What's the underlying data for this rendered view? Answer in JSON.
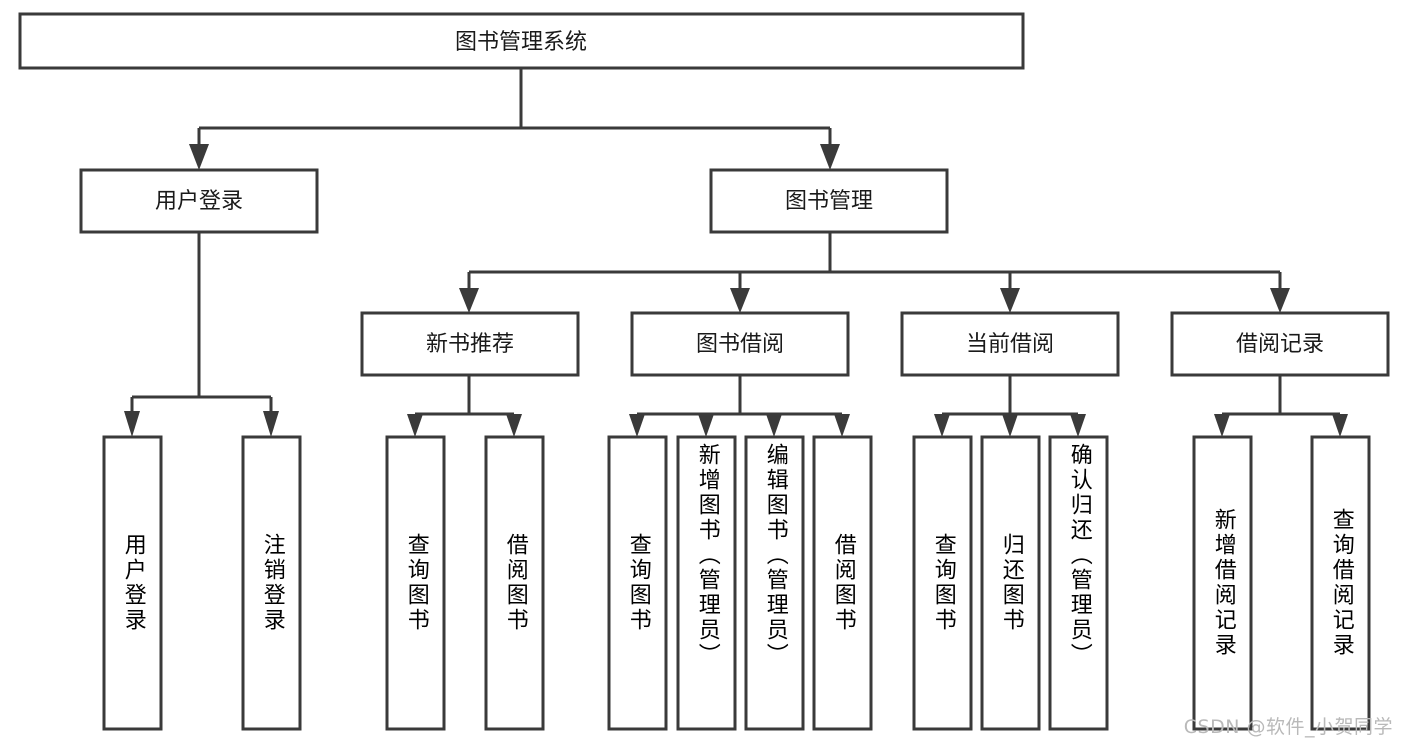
{
  "diagram": {
    "title": "图书管理系统",
    "type": "hierarchy-tree",
    "watermark": "CSDN @软件_小贺同学",
    "colors": {
      "stroke": "#3a3a3a",
      "fill": "#ffffff",
      "text": "#1a1a1a",
      "watermark": "#b9b9b9"
    },
    "root": {
      "label": "图书管理系统"
    },
    "level2": [
      {
        "label": "用户登录"
      },
      {
        "label": "图书管理"
      }
    ],
    "level3": [
      {
        "label": "新书推荐"
      },
      {
        "label": "图书借阅"
      },
      {
        "label": "当前借阅"
      },
      {
        "label": "借阅记录"
      }
    ],
    "leaves": {
      "user_login": [
        {
          "label": "用户登录"
        },
        {
          "label": "注销登录"
        }
      ],
      "new_book": [
        {
          "label": "查询图书"
        },
        {
          "label": "借阅图书"
        }
      ],
      "book_borrow": [
        {
          "label": "查询图书"
        },
        {
          "label": "新增图书（管理员）"
        },
        {
          "label": "编辑图书（管理员）"
        },
        {
          "label": "借阅图书"
        }
      ],
      "current_borrow": [
        {
          "label": "查询图书"
        },
        {
          "label": "归还图书"
        },
        {
          "label": "确认归还（管理员）"
        }
      ],
      "borrow_record": [
        {
          "label": "新增借阅记录"
        },
        {
          "label": "查询借阅记录"
        }
      ]
    }
  }
}
